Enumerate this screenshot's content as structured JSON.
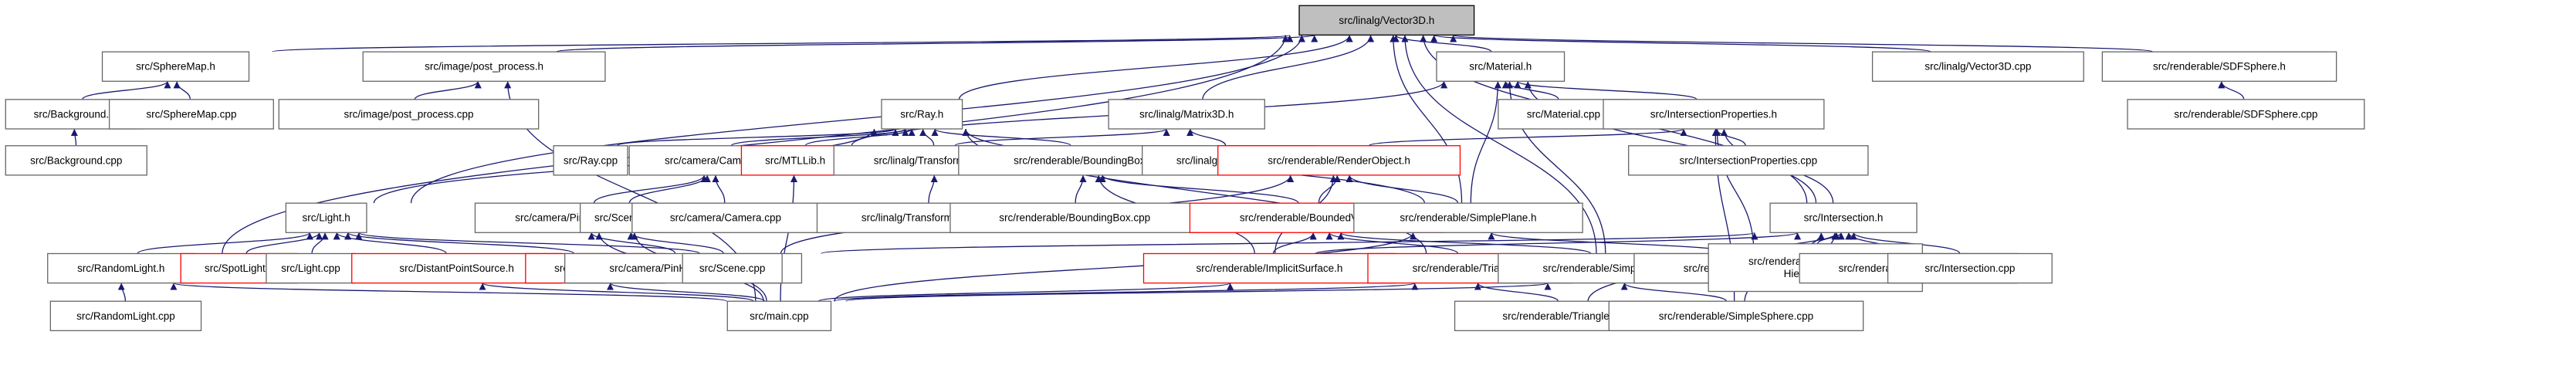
{
  "colors": {
    "edge": "#191970",
    "root_fill": "#bfbfbf",
    "node_border": "#666666",
    "missing_border": "#ff0000"
  },
  "nodes": [
    {
      "id": "vector3d_h",
      "label": "src/linalg/Vector3D.h",
      "style": "root"
    },
    {
      "id": "spheremap_h",
      "label": "src/SphereMap.h",
      "style": "normal"
    },
    {
      "id": "post_process_h",
      "label": "src/image/post_process.h",
      "style": "normal"
    },
    {
      "id": "material_h",
      "label": "src/Material.h",
      "style": "normal"
    },
    {
      "id": "vector3d_cpp",
      "label": "src/linalg/Vector3D.cpp",
      "style": "normal"
    },
    {
      "id": "sdfsphere_h",
      "label": "src/renderable/SDFSphere.h",
      "style": "normal"
    },
    {
      "id": "background_h",
      "label": "src/Background.h",
      "style": "normal"
    },
    {
      "id": "spheremap_cpp",
      "label": "src/SphereMap.cpp",
      "style": "normal"
    },
    {
      "id": "post_process_cpp",
      "label": "src/image/post_process.cpp",
      "style": "normal"
    },
    {
      "id": "ray_h",
      "label": "src/Ray.h",
      "style": "normal"
    },
    {
      "id": "matrix3d_h",
      "label": "src/linalg/Matrix3D.h",
      "style": "normal"
    },
    {
      "id": "material_cpp",
      "label": "src/Material.cpp",
      "style": "normal"
    },
    {
      "id": "intersectionproperties_h",
      "label": "src/IntersectionProperties.h",
      "style": "normal"
    },
    {
      "id": "sdfsphere_cpp",
      "label": "src/renderable/SDFSphere.cpp",
      "style": "normal"
    },
    {
      "id": "background_cpp",
      "label": "src/Background.cpp",
      "style": "normal"
    },
    {
      "id": "ray_cpp",
      "label": "src/Ray.cpp",
      "style": "normal"
    },
    {
      "id": "camera_h",
      "label": "src/camera/Camera.h",
      "style": "normal"
    },
    {
      "id": "mtllib_h",
      "label": "src/MTLLib.h",
      "style": "missing"
    },
    {
      "id": "transformation_h",
      "label": "src/linalg/Transformation.h",
      "style": "normal"
    },
    {
      "id": "boundingbox_h",
      "label": "src/renderable/BoundingBox.h",
      "style": "normal"
    },
    {
      "id": "matrix3d_cpp",
      "label": "src/linalg/Matrix3D.cpp",
      "style": "normal"
    },
    {
      "id": "renderobject_h",
      "label": "src/renderable/RenderObject.h",
      "style": "missing"
    },
    {
      "id": "intersectionproperties_cpp",
      "label": "src/IntersectionProperties.cpp",
      "style": "normal"
    },
    {
      "id": "light_h",
      "label": "src/Light.h",
      "style": "normal"
    },
    {
      "id": "pinholecamera_h",
      "label": "src/camera/PinHoleCamera.h",
      "style": "normal"
    },
    {
      "id": "scene_h",
      "label": "src/Scene.h",
      "style": "normal"
    },
    {
      "id": "camera_cpp",
      "label": "src/camera/Camera.cpp",
      "style": "normal"
    },
    {
      "id": "transformation_cpp",
      "label": "src/linalg/Transformation.cpp",
      "style": "normal"
    },
    {
      "id": "boundingbox_cpp",
      "label": "src/renderable/BoundingBox.cpp",
      "style": "normal"
    },
    {
      "id": "boundedvolume_h",
      "label": "src/renderable/BoundedVolume.h",
      "style": "missing"
    },
    {
      "id": "simpleplane_h",
      "label": "src/renderable/SimplePlane.h",
      "style": "normal"
    },
    {
      "id": "intersection_h",
      "label": "src/Intersection.h",
      "style": "normal"
    },
    {
      "id": "randomlight_h",
      "label": "src/RandomLight.h",
      "style": "normal"
    },
    {
      "id": "spotlight_h",
      "label": "src/SpotLight.h",
      "style": "missing"
    },
    {
      "id": "light_cpp",
      "label": "src/Light.cpp",
      "style": "normal"
    },
    {
      "id": "distantpointsource_h",
      "label": "src/DistantPointSource.h",
      "style": "missing"
    },
    {
      "id": "pointsource_h",
      "label": "src/PointSource.h",
      "style": "missing"
    },
    {
      "id": "pinholecamera_cpp",
      "label": "src/camera/PinHoleCamera.cpp",
      "style": "normal"
    },
    {
      "id": "scene_cpp",
      "label": "src/Scene.cpp",
      "style": "normal"
    },
    {
      "id": "implicitsurface_h",
      "label": "src/renderable/ImplicitSurface.h",
      "style": "missing"
    },
    {
      "id": "triangle_h",
      "label": "src/renderable/Triangle.h",
      "style": "missing"
    },
    {
      "id": "simplesphere_h",
      "label": "src/renderable/SimpleSphere.h",
      "style": "normal"
    },
    {
      "id": "simpleplane_cpp",
      "label": "src/renderable/SimplePlane.cpp",
      "style": "normal"
    },
    {
      "id": "binaryvolumehierarchy_cpp",
      "label": "src/renderable/BinaryVolume\nHierarchy.cpp",
      "style": "normal"
    },
    {
      "id": "sdfobject_cpp",
      "label": "src/renderable/SDFObject.cpp",
      "style": "normal"
    },
    {
      "id": "intersection_cpp",
      "label": "src/Intersection.cpp",
      "style": "normal"
    },
    {
      "id": "randomlight_cpp",
      "label": "src/RandomLight.cpp",
      "style": "normal"
    },
    {
      "id": "main_cpp",
      "label": "src/main.cpp",
      "style": "normal"
    },
    {
      "id": "triangle_cpp",
      "label": "src/renderable/Triangle.cpp",
      "style": "normal"
    },
    {
      "id": "simplesphere_cpp",
      "label": "src/renderable/SimpleSphere.cpp",
      "style": "normal"
    }
  ],
  "edges": [
    [
      "spheremap_h",
      "vector3d_h"
    ],
    [
      "post_process_h",
      "vector3d_h"
    ],
    [
      "material_h",
      "vector3d_h"
    ],
    [
      "vector3d_cpp",
      "vector3d_h"
    ],
    [
      "sdfsphere_h",
      "vector3d_h"
    ],
    [
      "ray_h",
      "vector3d_h"
    ],
    [
      "matrix3d_h",
      "vector3d_h"
    ],
    [
      "light_h",
      "vector3d_h"
    ],
    [
      "randomlight_h",
      "vector3d_h"
    ],
    [
      "simpleplane_h",
      "vector3d_h"
    ],
    [
      "simplesphere_h",
      "vector3d_h"
    ],
    [
      "intersection_h",
      "vector3d_h"
    ],
    [
      "background_h",
      "spheremap_h"
    ],
    [
      "spheremap_cpp",
      "spheremap_h"
    ],
    [
      "background_cpp",
      "background_h"
    ],
    [
      "post_process_cpp",
      "post_process_h"
    ],
    [
      "main_cpp",
      "post_process_h"
    ],
    [
      "mtllib_h",
      "material_h"
    ],
    [
      "material_cpp",
      "material_h"
    ],
    [
      "intersectionproperties_h",
      "material_h"
    ],
    [
      "simpleplane_h",
      "material_h"
    ],
    [
      "simplesphere_h",
      "material_h"
    ],
    [
      "intersection_h",
      "material_h"
    ],
    [
      "sdfsphere_cpp",
      "sdfsphere_h"
    ],
    [
      "ray_cpp",
      "ray_h"
    ],
    [
      "camera_h",
      "ray_h"
    ],
    [
      "mtllib_h",
      "ray_h"
    ],
    [
      "transformation_h",
      "ray_h"
    ],
    [
      "boundingbox_h",
      "ray_h"
    ],
    [
      "light_h",
      "ray_h"
    ],
    [
      "simpleplane_h",
      "ray_h"
    ],
    [
      "triangle_h",
      "ray_h"
    ],
    [
      "transformation_h",
      "matrix3d_h"
    ],
    [
      "matrix3d_cpp",
      "matrix3d_h"
    ],
    [
      "renderobject_h",
      "intersectionproperties_h"
    ],
    [
      "intersectionproperties_cpp",
      "intersectionproperties_h"
    ],
    [
      "intersection_h",
      "intersectionproperties_h"
    ],
    [
      "simpleplane_cpp",
      "intersectionproperties_h"
    ],
    [
      "simplesphere_cpp",
      "intersectionproperties_h"
    ],
    [
      "pinholecamera_h",
      "camera_h"
    ],
    [
      "scene_h",
      "camera_h"
    ],
    [
      "camera_cpp",
      "camera_h"
    ],
    [
      "main_cpp",
      "mtllib_h"
    ],
    [
      "transformation_cpp",
      "transformation_h"
    ],
    [
      "boundingbox_cpp",
      "boundingbox_h"
    ],
    [
      "boundedvolume_h",
      "boundingbox_h"
    ],
    [
      "implicitsurface_h",
      "boundingbox_h"
    ],
    [
      "boundedvolume_h",
      "renderobject_h"
    ],
    [
      "simpleplane_h",
      "renderobject_h"
    ],
    [
      "scene_cpp",
      "renderobject_h"
    ],
    [
      "implicitsurface_h",
      "renderobject_h"
    ],
    [
      "randomlight_h",
      "light_h"
    ],
    [
      "spotlight_h",
      "light_h"
    ],
    [
      "light_cpp",
      "light_h"
    ],
    [
      "distantpointsource_h",
      "light_h"
    ],
    [
      "pointsource_h",
      "light_h"
    ],
    [
      "scene_cpp",
      "light_h"
    ],
    [
      "pinholecamera_cpp",
      "pinholecamera_h"
    ],
    [
      "main_cpp",
      "pinholecamera_h"
    ],
    [
      "scene_cpp",
      "scene_h"
    ],
    [
      "main_cpp",
      "scene_h"
    ],
    [
      "implicitsurface_h",
      "boundedvolume_h"
    ],
    [
      "triangle_h",
      "boundedvolume_h"
    ],
    [
      "simplesphere_h",
      "boundedvolume_h"
    ],
    [
      "simpleplane_cpp",
      "simpleplane_h"
    ],
    [
      "main_cpp",
      "simpleplane_h"
    ],
    [
      "scene_cpp",
      "intersection_h"
    ],
    [
      "implicitsurface_h",
      "intersection_h"
    ],
    [
      "simpleplane_cpp",
      "intersection_h"
    ],
    [
      "binaryvolumehierarchy_cpp",
      "intersection_h"
    ],
    [
      "sdfobject_cpp",
      "intersection_h"
    ],
    [
      "intersection_cpp",
      "intersection_h"
    ],
    [
      "simplesphere_cpp",
      "intersection_h"
    ],
    [
      "triangle_cpp",
      "intersection_h"
    ],
    [
      "randomlight_cpp",
      "randomlight_h"
    ],
    [
      "main_cpp",
      "randomlight_h"
    ],
    [
      "main_cpp",
      "distantpointsource_h"
    ],
    [
      "main_cpp",
      "pointsource_h"
    ],
    [
      "main_cpp",
      "implicitsurface_h"
    ],
    [
      "main_cpp",
      "triangle_h"
    ],
    [
      "triangle_cpp",
      "triangle_h"
    ],
    [
      "main_cpp",
      "simplesphere_h"
    ],
    [
      "simplesphere_cpp",
      "simplesphere_h"
    ]
  ]
}
